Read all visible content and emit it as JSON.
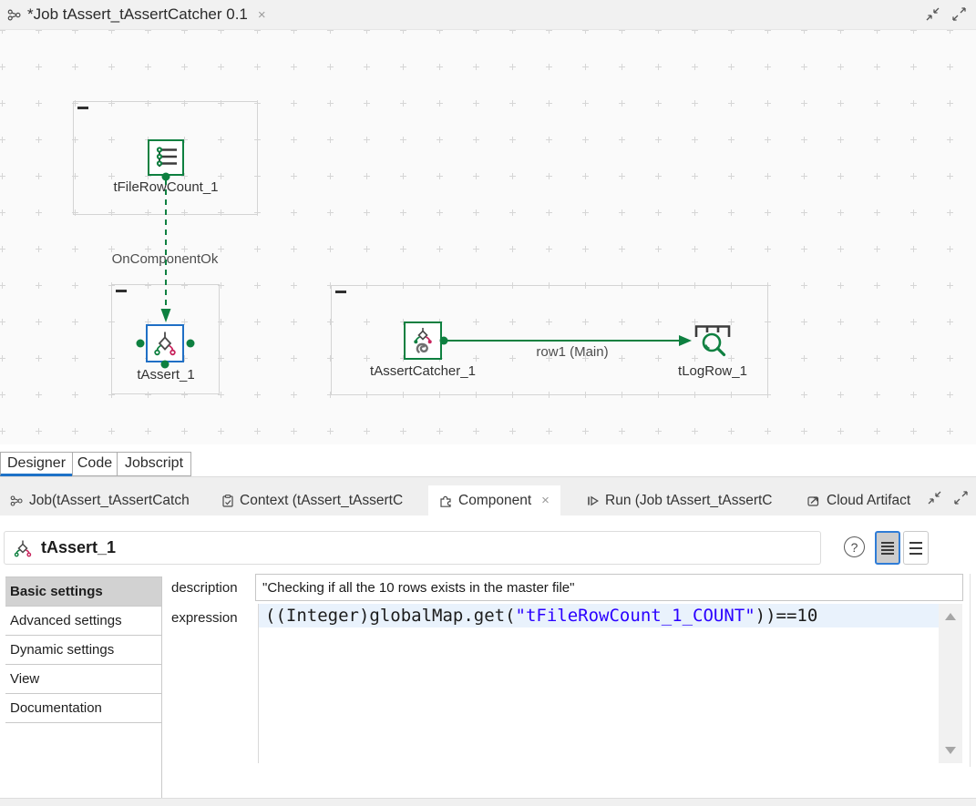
{
  "glyphs": {
    "close": "×",
    "help": "?"
  },
  "editor_tab": {
    "title": "*Job tAssert_tAssertCatcher 0.1"
  },
  "canvas": {
    "components": [
      {
        "name": "tFileRowCount_1"
      },
      {
        "name": "tAssert_1"
      },
      {
        "name": "tAssertCatcher_1"
      },
      {
        "name": "tLogRow_1"
      }
    ],
    "connections": [
      {
        "label": "OnComponentOk"
      },
      {
        "label": "row1 (Main)"
      }
    ]
  },
  "designer_tabs": [
    {
      "label": "Designer",
      "active": true
    },
    {
      "label": "Code",
      "active": false
    },
    {
      "label": "Jobscript",
      "active": false
    }
  ],
  "panel_tabs": [
    {
      "label": "Job(tAssert_tAssertCatch",
      "active": false
    },
    {
      "label": "Context (tAssert_tAssertC",
      "active": false
    },
    {
      "label": "Component",
      "active": true
    },
    {
      "label": "Run (Job tAssert_tAssertC",
      "active": false
    },
    {
      "label": "Cloud Artifact",
      "active": false
    }
  ],
  "component_view": {
    "title": "tAssert_1",
    "sections": [
      {
        "label": "Basic settings",
        "active": true
      },
      {
        "label": "Advanced settings",
        "active": false
      },
      {
        "label": "Dynamic settings",
        "active": false
      },
      {
        "label": "View",
        "active": false
      },
      {
        "label": "Documentation",
        "active": false
      }
    ],
    "description": {
      "label": "description",
      "value": "\"Checking if all the 10 rows exists in the master file\""
    },
    "expression": {
      "label": "expression",
      "value": "((Integer)globalMap.get(\"tFileRowCount_1_COUNT\"))==10",
      "code_pre": "((Integer)globalMap.get(",
      "code_string": "\"tFileRowCount_1_COUNT\"",
      "code_post": "))==10"
    }
  },
  "colors": {
    "talend_green": "#0E8040",
    "assert_blue": "#1F6FC5",
    "accent_red": "#C8235C",
    "active_tab_blue": "#1D71C7",
    "string_blue": "#2A00FF",
    "line_highlight": "#E9F2FC"
  }
}
